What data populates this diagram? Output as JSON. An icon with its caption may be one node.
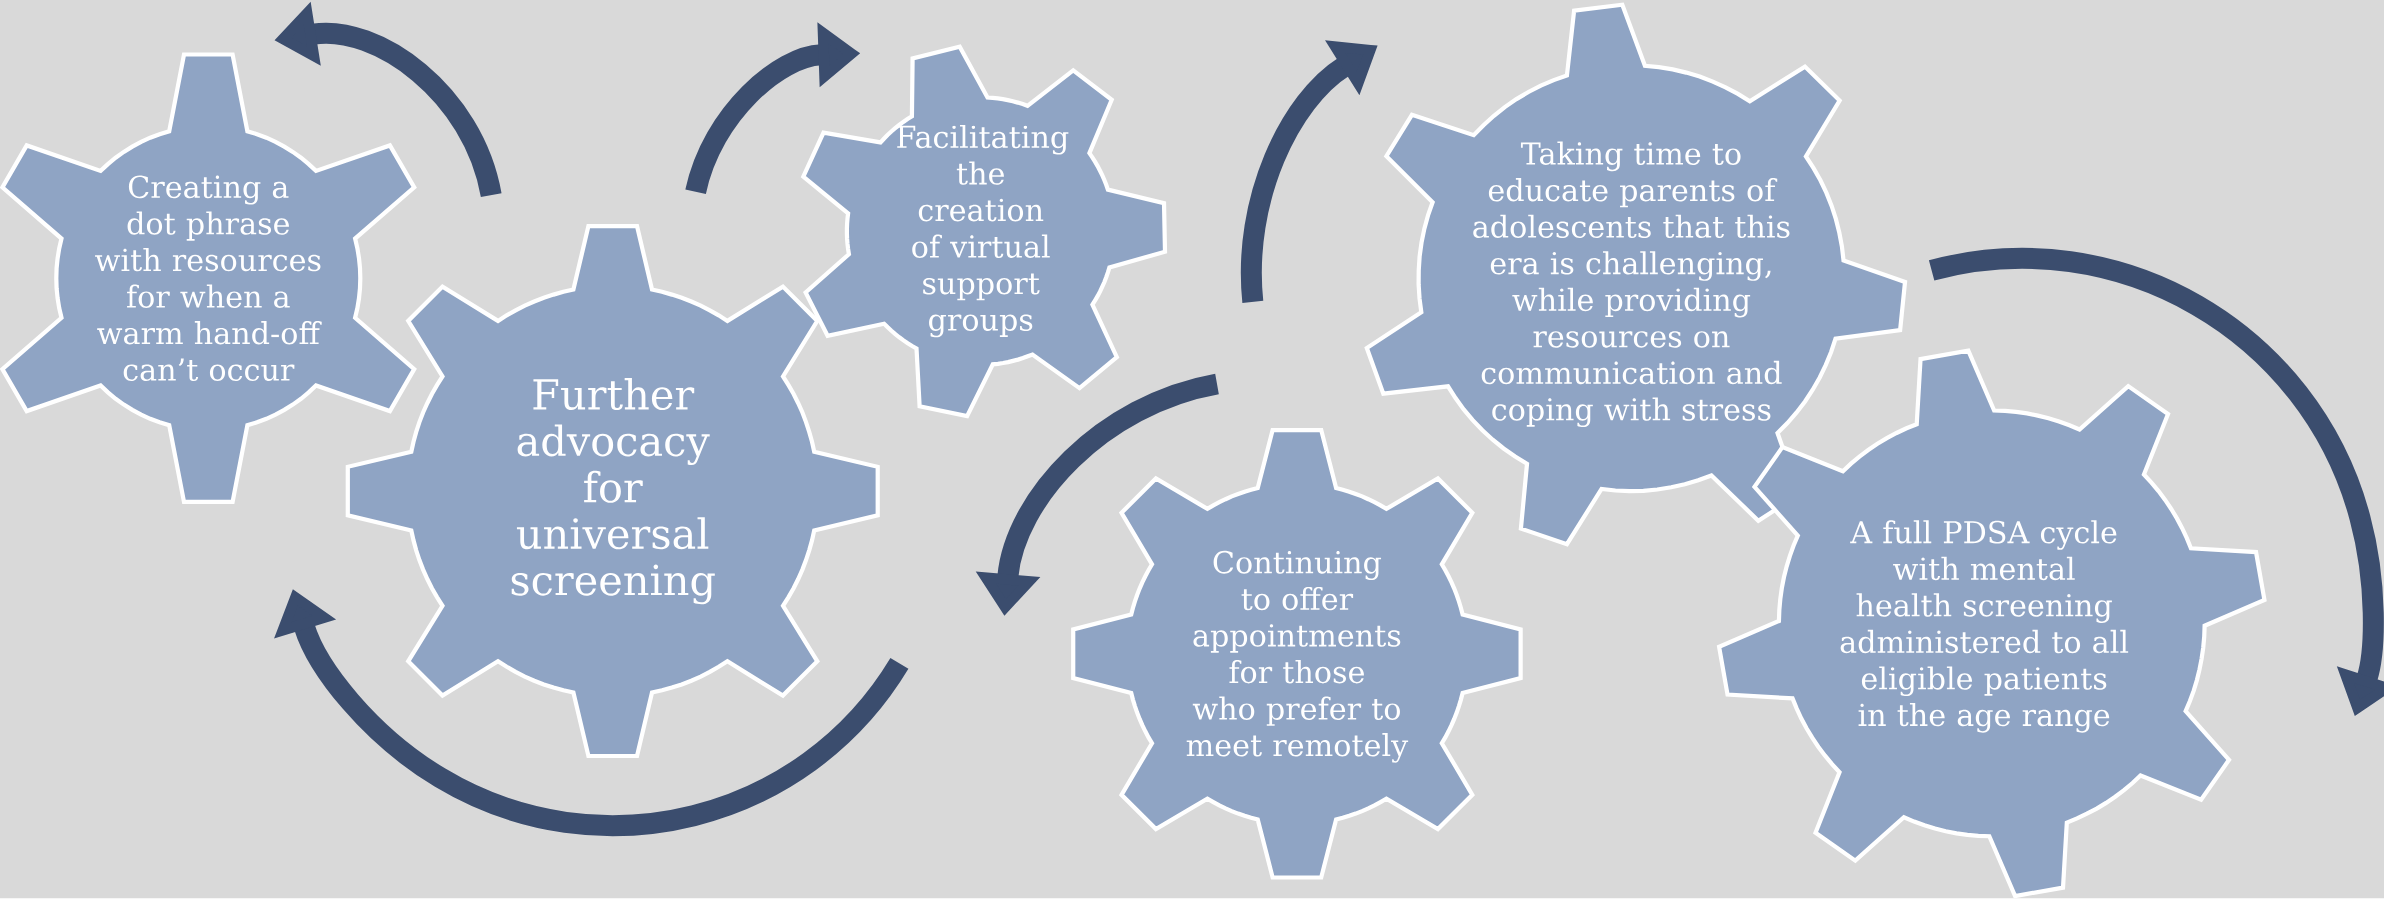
{
  "diagram": {
    "nodes": [
      {
        "text": [
          "Creating a dot phrase with resources for when a warm hand-off can’t occur"
        ]
      },
      {
        "text": [
          "Further advocacy for universal screening"
        ]
      },
      {
        "text": [
          "Facilitating the creation of virtual support groups"
        ]
      },
      {
        "text": [
          "Taking time to educate parents of adolescents that this era is challenging, while providing resources on communication and coping with stress"
        ]
      },
      {
        "text": [
          "Continuing to offer appointments for those who prefer to meet remotely"
        ]
      },
      {
        "text": [
          "A full PDSA cycle with mental health screening administered to all eligible patients in the age range"
        ]
      }
    ]
  }
}
